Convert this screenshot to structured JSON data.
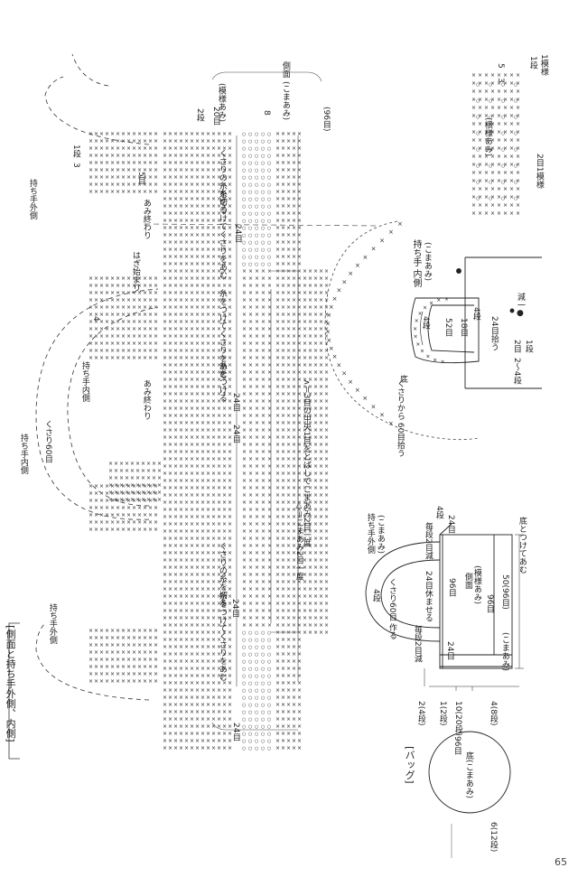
{
  "page_number": "65",
  "main_title": "[側面と持ち手外側、内側]",
  "legend": {
    "title": "(横様あみ)",
    "row1": "1段",
    "pattern": "1模様",
    "rep": "2目1模様",
    "r3": "3",
    "r5": "5"
  },
  "bag": {
    "title": "[バッグ]",
    "bottom_label": "底(こまあみ)",
    "bottom_96": "96目",
    "side_label": "側面",
    "side_sub": "(模様あみ)",
    "side_96": "96目",
    "side_50": "50(96目)",
    "koma": "(こまあみ)",
    "handle_outer": "持ち手外側",
    "handle_outer_sub": "(こまあみ)",
    "handle_inner_note": "くさり60目 作る",
    "rest_note": "24目休ませる",
    "dec2": "毎段2目減",
    "dec2b": "毎段2目減",
    "c24a": "24目",
    "c24b": "24目",
    "c24c": "24目",
    "c96": "96目",
    "c4dan": "4段",
    "c4dan2": "4段",
    "c2dan": "2段",
    "attach": "底とつけてあむ",
    "dim_2": "2(4段)",
    "dim_1": "1(2段)",
    "dim_10": "10(20段)",
    "dim_4": "4(8段)",
    "dim_b": "6(12段)",
    "koma2": "(こまあみ)"
  },
  "handle_inner": {
    "title": "持ち手 内側",
    "sub": "(こまあみ)",
    "c52": "52目",
    "c18": "18目",
    "c4a": "4段",
    "c4b": "4段",
    "pick24": "24目拾う",
    "pick60": "くさりから 60目拾う",
    "dec1": "減一●",
    "r2": "2目",
    "r1": "1段",
    "r24": "2〜4段"
  },
  "bottom_arc_label": "底",
  "chart": {
    "side_label": "側面",
    "pattern_label": "(模様あみ)",
    "koma_label": "(こまあみ)",
    "total": "(96目)",
    "row_24a": "24目",
    "row_24b": "24目",
    "row_24c": "24目",
    "row_24d": "24目",
    "row_24e": "24目",
    "row_20": "20目",
    "cut1": "くさりの糸を切る",
    "cut2": "くさりの糸を切る",
    "join1": "糸をつけてくさりをあむ",
    "join2": "糸をつけてくさりをあむ",
    "join3": "糸をつけてくさりをあむ",
    "join4": "糸をつける",
    "end1": "あみ終わり",
    "end2": "あみ終わり",
    "start1": "はぎ始まり",
    "ch60": "くさり60目",
    "h_out": "持ち手外側",
    "h_out2": "持ち手外側",
    "h_in": "持ち手内側",
    "h_in2": "持ち手内側",
    "note_a": "△＝こまあみ2目一度",
    "note_b": "∧＝3目の中央1目をとばしてこまあみ2目一度",
    "r1": "1段",
    "r2": "2段",
    "r3": "3",
    "r4": "4",
    "r5": "5目",
    "r8": "8"
  }
}
